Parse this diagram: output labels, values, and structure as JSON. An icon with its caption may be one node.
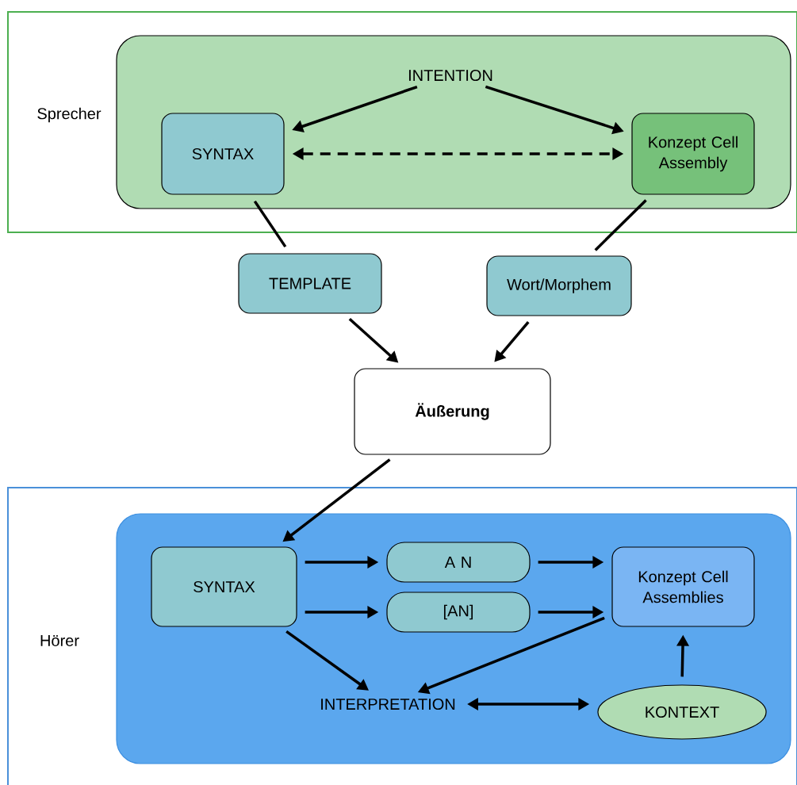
{
  "diagram": {
    "nodes": [
      {
        "text": [
          "Sprecher"
        ]
      },
      {
        "text": [],
        "shape": "box",
        "in": 0
      },
      {
        "text": [
          "INTENTION"
        ],
        "in": 1
      },
      {
        "text": [
          "SYNTAX"
        ],
        "in": 1
      },
      {
        "text": [
          "Konzept Cell Assembly"
        ],
        "in": 1
      },
      {
        "text": [
          "TEMPLATE"
        ]
      },
      {
        "text": [
          "Wort/Morphem"
        ]
      },
      {
        "text": [
          "Äußerung"
        ]
      },
      {
        "text": [
          "Hörer"
        ]
      },
      {
        "text": [],
        "shape": "box",
        "in": 8
      },
      {
        "text": [
          "SYNTAX"
        ],
        "in": 9
      },
      {
        "text": [
          "A N"
        ],
        "in": 9
      },
      {
        "text": [
          "[AN]"
        ],
        "in": 9
      },
      {
        "text": [
          "Konzept Cell Assemblies"
        ],
        "in": 9
      },
      {
        "text": [
          "INTERPRETATION"
        ],
        "in": 9
      },
      {
        "text": [
          "KONTEXT"
        ],
        "in": 9
      }
    ],
    "edges": [
      {
        "from": 2,
        "to": 3,
        "arrow": "to"
      },
      {
        "from": 2,
        "to": 4,
        "arrow": "to"
      },
      {
        "from": 3,
        "to": 4,
        "arrow": "both",
        "style": "dashed"
      },
      {
        "from": 3,
        "to": 5,
        "arrow": "none"
      },
      {
        "from": 5,
        "to": 7,
        "arrow": "to"
      },
      {
        "from": 4,
        "to": 6,
        "arrow": "none"
      },
      {
        "from": 6,
        "to": 7,
        "arrow": "to"
      },
      {
        "from": 7,
        "to": 10,
        "arrow": "to"
      },
      {
        "from": 10,
        "to": 11,
        "arrow": "to"
      },
      {
        "from": 10,
        "to": 12,
        "arrow": "to"
      },
      {
        "from": 11,
        "to": 13,
        "arrow": "to"
      },
      {
        "from": 12,
        "to": 13,
        "arrow": "to"
      },
      {
        "from": 10,
        "to": 14,
        "arrow": "to"
      },
      {
        "from": 13,
        "to": 14,
        "arrow": "to"
      },
      {
        "from": 14,
        "to": 15,
        "arrow": "both"
      },
      {
        "from": 15,
        "to": 13,
        "arrow": "to"
      }
    ]
  }
}
